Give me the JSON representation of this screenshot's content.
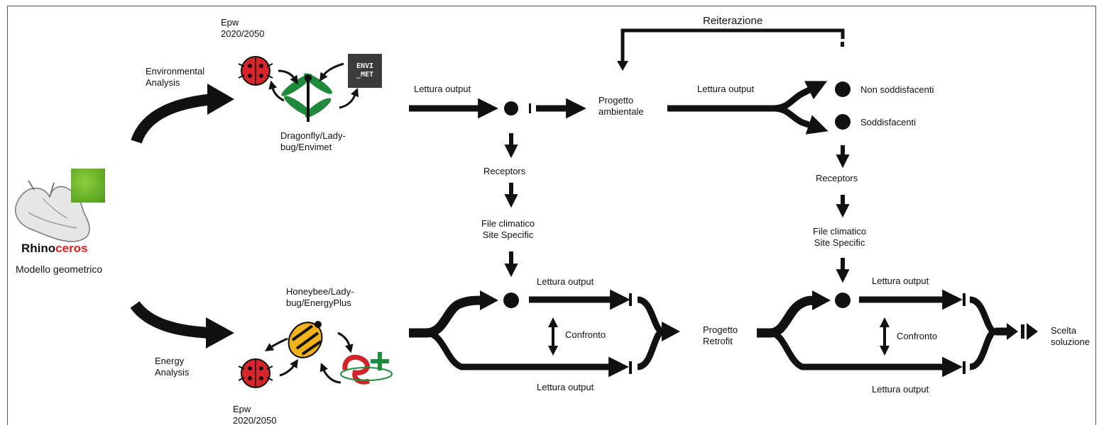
{
  "title_top": "Reiterazione",
  "left": {
    "logo_word_black": "Rhino",
    "logo_word_red": "ceros",
    "subtitle": "Modello geometrico"
  },
  "env": {
    "label_line1": "Environmental",
    "label_line2": "Analysis",
    "epw_line1": "Epw",
    "epw_line2": "2020/2050",
    "tool_line1": "Dragonfly/Lady-",
    "tool_line2": "bug/Envimet",
    "envi_line1": "ENVI",
    "envi_line2": "_MET"
  },
  "energy": {
    "label_line1": "Energy",
    "label_line2": "Analysis",
    "tool_line1": "Honeybee/Lady-",
    "tool_line2": "bug/EnergyPlus",
    "epw_line1": "Epw",
    "epw_line2": "2020/2050"
  },
  "flow": {
    "lettura_output": "Lettura output",
    "receptors": "Receptors",
    "file_line1": "File climatico",
    "file_line2": "Site Specific",
    "progetto_amb_line1": "Progetto",
    "progetto_amb_line2": "ambientale",
    "non_soddisfacenti": "Non soddisfacenti",
    "soddisfacenti": "Soddisfacenti",
    "confronto": "Confronto",
    "progetto_ret_line1": "Progetto",
    "progetto_ret_line2": "Retrofit",
    "scelta_line1": "Scelta",
    "scelta_line2": "soluzione"
  },
  "colors": {
    "arrow": "#111111",
    "ladybug_red": "#d8252b",
    "bee_yellow": "#f2b21b",
    "dragonfly_green": "#1f8a3b",
    "eplus_red": "#d2232a",
    "eplus_green": "#1d8c3c",
    "rhino_red": "#e02020"
  }
}
